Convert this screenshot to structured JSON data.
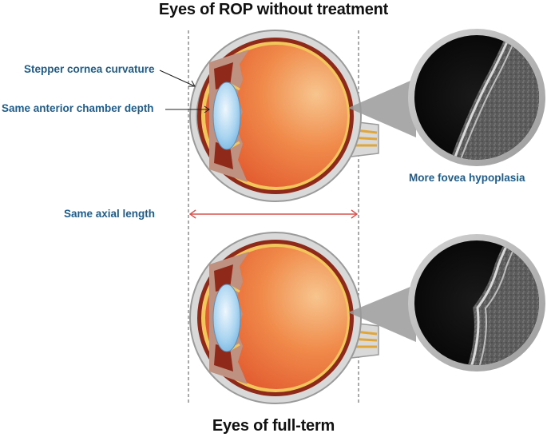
{
  "titles": {
    "top": "Eyes of ROP without treatment",
    "bottom": "Eyes of full-term"
  },
  "labels": {
    "cornea": "Stepper cornea curvature",
    "chamber": "Same anterior chamber depth",
    "axial": "Same axial length",
    "fovea": "More fovea hypoplasia"
  },
  "colors": {
    "label_text": "#1f5c8a",
    "axial_arrow": "#d9534f",
    "title_text": "#111111"
  },
  "diagram": {
    "eyes": [
      "rop-eye",
      "full-term-eye"
    ],
    "oct_insets": [
      "rop-oct-inset",
      "full-term-oct-inset"
    ]
  }
}
